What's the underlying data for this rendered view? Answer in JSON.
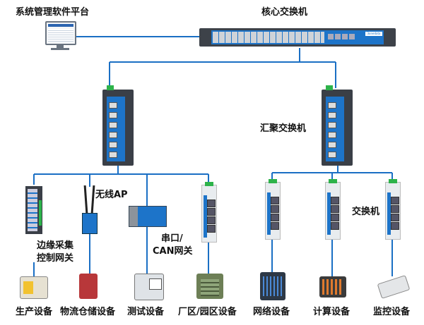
{
  "titles": {
    "platform": "系统管理软件平台",
    "core_switch": "核心交换机",
    "aggregation_switch": "汇聚交换机",
    "access_switch": "交换机"
  },
  "core_switch_brand": "3onedata",
  "access_devices": {
    "edge_gateway": [
      "边缘采集",
      "控制网关"
    ],
    "wireless_ap": "无线AP",
    "serial_gateway": [
      "串口/",
      "CAN网关"
    ]
  },
  "endpoints": [
    "生产设备",
    "物流仓储设备",
    "测试设备",
    "厂区/园区设备",
    "网络设备",
    "计算设备",
    "监控设备"
  ],
  "colors": {
    "link": "#1a6fc4",
    "device_blue": "#1d74c9",
    "accent_green": "#2db34a"
  }
}
